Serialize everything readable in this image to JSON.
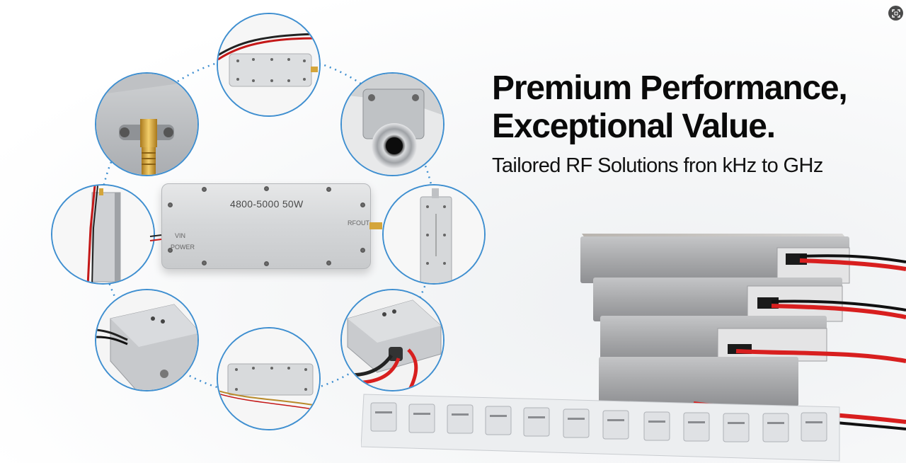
{
  "headline": {
    "line1": "Premium Performance,",
    "line2": "Exceptional Value.",
    "subtitle": "Tailored RF Solutions fron kHz to GHz"
  },
  "center_module": {
    "label": "4800-5000 50W",
    "vin_text": "VIN",
    "power_text": "POWER",
    "rfout_text": "RFOUT"
  },
  "colors": {
    "ring_accent": "#3f8fd0",
    "headline": "#0a0a0a",
    "cable_red": "#d81f1f"
  },
  "icons": {
    "expand": "expand-icon"
  }
}
